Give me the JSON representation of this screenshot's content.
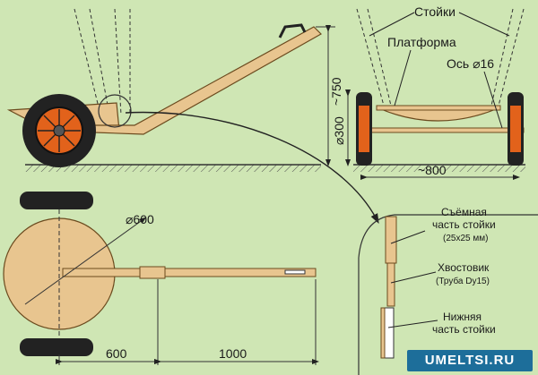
{
  "labels": {
    "stoyki": "Стойки",
    "platforma": "Платформа",
    "os": "Ось ⌀16",
    "height_750": "~750",
    "height_300": "⌀300",
    "width_800": "~800",
    "diameter_600": "⌀600",
    "dim_600": "600",
    "dim_1000": "1000",
    "removable_1": "Съёмная",
    "removable_2": "часть стойки",
    "removable_3": "(25x25 мм)",
    "shank_1": "Хвостовик",
    "shank_2": "(Труба Dy15)",
    "lower_1": "Нижняя",
    "lower_2": "часть стойки"
  },
  "watermark": "UMELTSI.RU",
  "colors": {
    "background": "#cfe6b4",
    "wood": "#e8c58f",
    "wood_stroke": "#6b4a1e",
    "tire": "#222222",
    "rim": "#e2621b",
    "watermark_bg": "#1d6e9a"
  }
}
